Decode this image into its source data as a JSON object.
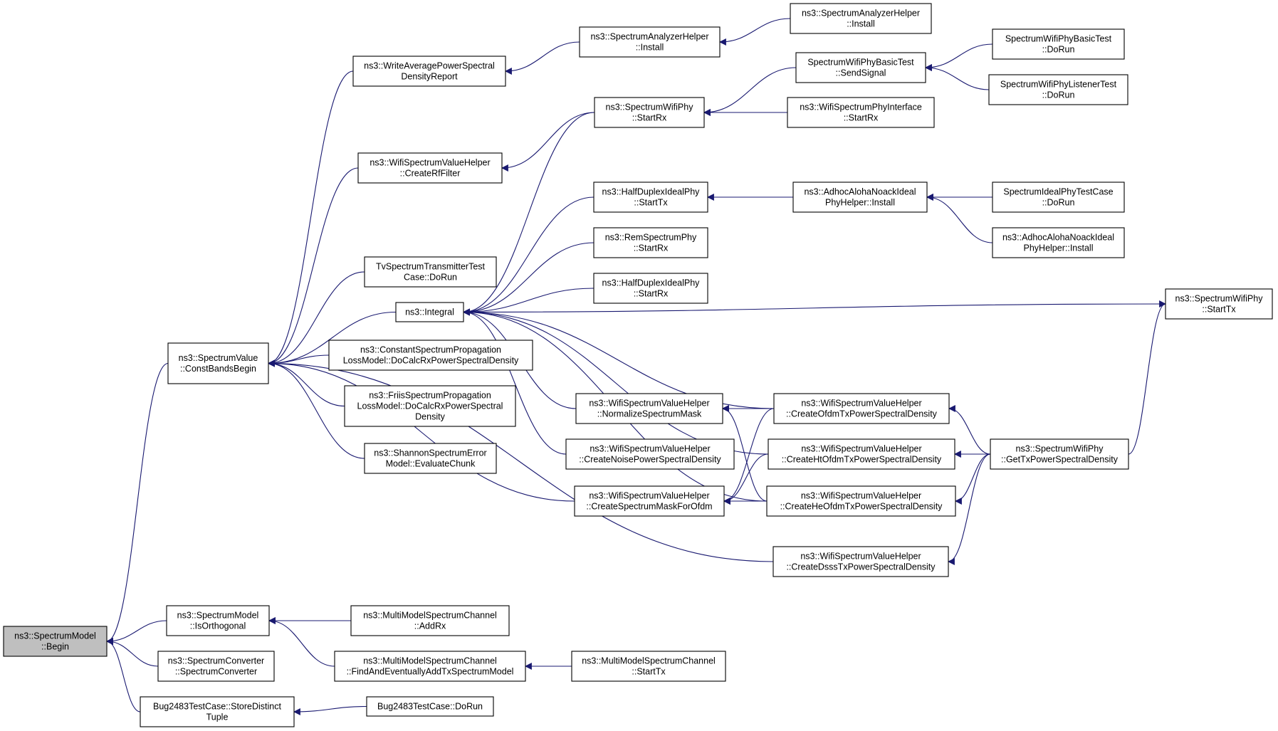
{
  "colors": {
    "edge": "#191970",
    "focus_fill": "#bfbfbf",
    "node_fill": "#ffffff",
    "node_border": "#000000"
  },
  "nodes": [
    {
      "id": "begin",
      "lines": [
        "ns3::SpectrumModel",
        "::Begin"
      ],
      "focus": true
    },
    {
      "id": "constbands",
      "lines": [
        "ns3::SpectrumValue",
        "::ConstBandsBegin"
      ]
    },
    {
      "id": "isortho",
      "lines": [
        "ns3::SpectrumModel",
        "::IsOrthogonal"
      ]
    },
    {
      "id": "specconv",
      "lines": [
        "ns3::SpectrumConverter",
        "::SpectrumConverter"
      ]
    },
    {
      "id": "bugstore",
      "lines": [
        "Bug2483TestCase::StoreDistinct",
        "Tuple"
      ]
    },
    {
      "id": "writeavg",
      "lines": [
        "ns3::WriteAveragePowerSpectral",
        "DensityReport"
      ]
    },
    {
      "id": "createrf",
      "lines": [
        "ns3::WifiSpectrumValueHelper",
        "::CreateRfFilter"
      ]
    },
    {
      "id": "tvtest",
      "lines": [
        "TvSpectrumTransmitterTest",
        "Case::DoRun"
      ]
    },
    {
      "id": "integral",
      "lines": [
        "ns3::Integral"
      ]
    },
    {
      "id": "constprop",
      "lines": [
        "ns3::ConstantSpectrumPropagation",
        "LossModel::DoCalcRxPowerSpectralDensity"
      ]
    },
    {
      "id": "friis",
      "lines": [
        "ns3::FriisSpectrumPropagation",
        "LossModel::DoCalcRxPowerSpectral",
        "Density"
      ]
    },
    {
      "id": "shannon",
      "lines": [
        "ns3::ShannonSpectrumError",
        "Model::EvaluateChunk"
      ]
    },
    {
      "id": "analyzerinstall",
      "lines": [
        "ns3::SpectrumAnalyzerHelper",
        "::Install"
      ]
    },
    {
      "id": "analyzerinstall2",
      "lines": [
        "ns3::SpectrumAnalyzerHelper",
        "::Install"
      ]
    },
    {
      "id": "wifiphystartrx",
      "lines": [
        "ns3::SpectrumWifiPhy",
        "::StartRx"
      ]
    },
    {
      "id": "basicsend",
      "lines": [
        "SpectrumWifiPhyBasicTest",
        "::SendSignal"
      ]
    },
    {
      "id": "wifiifacestartrx",
      "lines": [
        "ns3::WifiSpectrumPhyInterface",
        "::StartRx"
      ]
    },
    {
      "id": "basicdorun",
      "lines": [
        "SpectrumWifiPhyBasicTest",
        "::DoRun"
      ]
    },
    {
      "id": "listenerdorun",
      "lines": [
        "SpectrumWifiPhyListenerTest",
        "::DoRun"
      ]
    },
    {
      "id": "halfstarttx",
      "lines": [
        "ns3::HalfDuplexIdealPhy",
        "::StartTx"
      ]
    },
    {
      "id": "adhocinstall",
      "lines": [
        "ns3::AdhocAlohaNoackIdeal",
        "PhyHelper::Install"
      ]
    },
    {
      "id": "idealdorun",
      "lines": [
        "SpectrumIdealPhyTestCase",
        "::DoRun"
      ]
    },
    {
      "id": "adhocinstall2",
      "lines": [
        "ns3::AdhocAlohaNoackIdeal",
        "PhyHelper::Install"
      ]
    },
    {
      "id": "remstartrx",
      "lines": [
        "ns3::RemSpectrumPhy",
        "::StartRx"
      ]
    },
    {
      "id": "halfstartrx",
      "lines": [
        "ns3::HalfDuplexIdealPhy",
        "::StartRx"
      ]
    },
    {
      "id": "wifiphystarttx",
      "lines": [
        "ns3::SpectrumWifiPhy",
        "::StartTx"
      ]
    },
    {
      "id": "normalize",
      "lines": [
        "ns3::WifiSpectrumValueHelper",
        "::NormalizeSpectrumMask"
      ]
    },
    {
      "id": "createnoise",
      "lines": [
        "ns3::WifiSpectrumValueHelper",
        "::CreateNoisePowerSpectralDensity"
      ]
    },
    {
      "id": "createmask",
      "lines": [
        "ns3::WifiSpectrumValueHelper",
        "::CreateSpectrumMaskForOfdm"
      ]
    },
    {
      "id": "createofdm",
      "lines": [
        "ns3::WifiSpectrumValueHelper",
        "::CreateOfdmTxPowerSpectralDensity"
      ]
    },
    {
      "id": "createht",
      "lines": [
        "ns3::WifiSpectrumValueHelper",
        "::CreateHtOfdmTxPowerSpectralDensity"
      ]
    },
    {
      "id": "createhe",
      "lines": [
        "ns3::WifiSpectrumValueHelper",
        "::CreateHeOfdmTxPowerSpectralDensity"
      ]
    },
    {
      "id": "gettxpsd",
      "lines": [
        "ns3::SpectrumWifiPhy",
        "::GetTxPowerSpectralDensity"
      ]
    },
    {
      "id": "createdsss",
      "lines": [
        "ns3::WifiSpectrumValueHelper",
        "::CreateDsssTxPowerSpectralDensity"
      ]
    },
    {
      "id": "addrx",
      "lines": [
        "ns3::MultiModelSpectrumChannel",
        "::AddRx"
      ]
    },
    {
      "id": "findadd",
      "lines": [
        "ns3::MultiModelSpectrumChannel",
        "::FindAndEventuallyAddTxSpectrumModel"
      ]
    },
    {
      "id": "mmstarttx",
      "lines": [
        "ns3::MultiModelSpectrumChannel",
        "::StartTx"
      ]
    },
    {
      "id": "bugdorun",
      "lines": [
        "Bug2483TestCase::DoRun"
      ]
    }
  ],
  "edges": [
    [
      "begin",
      "constbands"
    ],
    [
      "begin",
      "isortho"
    ],
    [
      "begin",
      "specconv"
    ],
    [
      "begin",
      "bugstore"
    ],
    [
      "constbands",
      "writeavg"
    ],
    [
      "constbands",
      "createrf"
    ],
    [
      "constbands",
      "tvtest"
    ],
    [
      "constbands",
      "integral"
    ],
    [
      "constbands",
      "constprop"
    ],
    [
      "constbands",
      "friis"
    ],
    [
      "constbands",
      "shannon"
    ],
    [
      "constbands",
      "createmask"
    ],
    [
      "constbands",
      "createdsss"
    ],
    [
      "writeavg",
      "analyzerinstall"
    ],
    [
      "analyzerinstall",
      "analyzerinstall2"
    ],
    [
      "createrf",
      "wifiphystartrx"
    ],
    [
      "wifiphystartrx",
      "basicsend"
    ],
    [
      "wifiphystartrx",
      "wifiifacestartrx"
    ],
    [
      "basicsend",
      "basicdorun"
    ],
    [
      "basicsend",
      "listenerdorun"
    ],
    [
      "integral",
      "wifiphystartrx"
    ],
    [
      "integral",
      "halfstarttx"
    ],
    [
      "integral",
      "remstartrx"
    ],
    [
      "integral",
      "halfstartrx"
    ],
    [
      "integral",
      "wifiphystarttx"
    ],
    [
      "integral",
      "normalize"
    ],
    [
      "integral",
      "createnoise"
    ],
    [
      "integral",
      "createofdm"
    ],
    [
      "integral",
      "createht"
    ],
    [
      "integral",
      "createhe"
    ],
    [
      "halfstarttx",
      "adhocinstall"
    ],
    [
      "adhocinstall",
      "idealdorun"
    ],
    [
      "adhocinstall",
      "adhocinstall2"
    ],
    [
      "normalize",
      "createofdm"
    ],
    [
      "normalize",
      "createhe"
    ],
    [
      "createmask",
      "createofdm"
    ],
    [
      "createmask",
      "createht"
    ],
    [
      "createmask",
      "createhe"
    ],
    [
      "createofdm",
      "gettxpsd"
    ],
    [
      "createht",
      "gettxpsd"
    ],
    [
      "createhe",
      "gettxpsd"
    ],
    [
      "createdsss",
      "gettxpsd"
    ],
    [
      "wifiphystarttx",
      "gettxpsd"
    ],
    [
      "isortho",
      "addrx"
    ],
    [
      "isortho",
      "findadd"
    ],
    [
      "findadd",
      "mmstarttx"
    ],
    [
      "bugstore",
      "bugdorun"
    ]
  ]
}
